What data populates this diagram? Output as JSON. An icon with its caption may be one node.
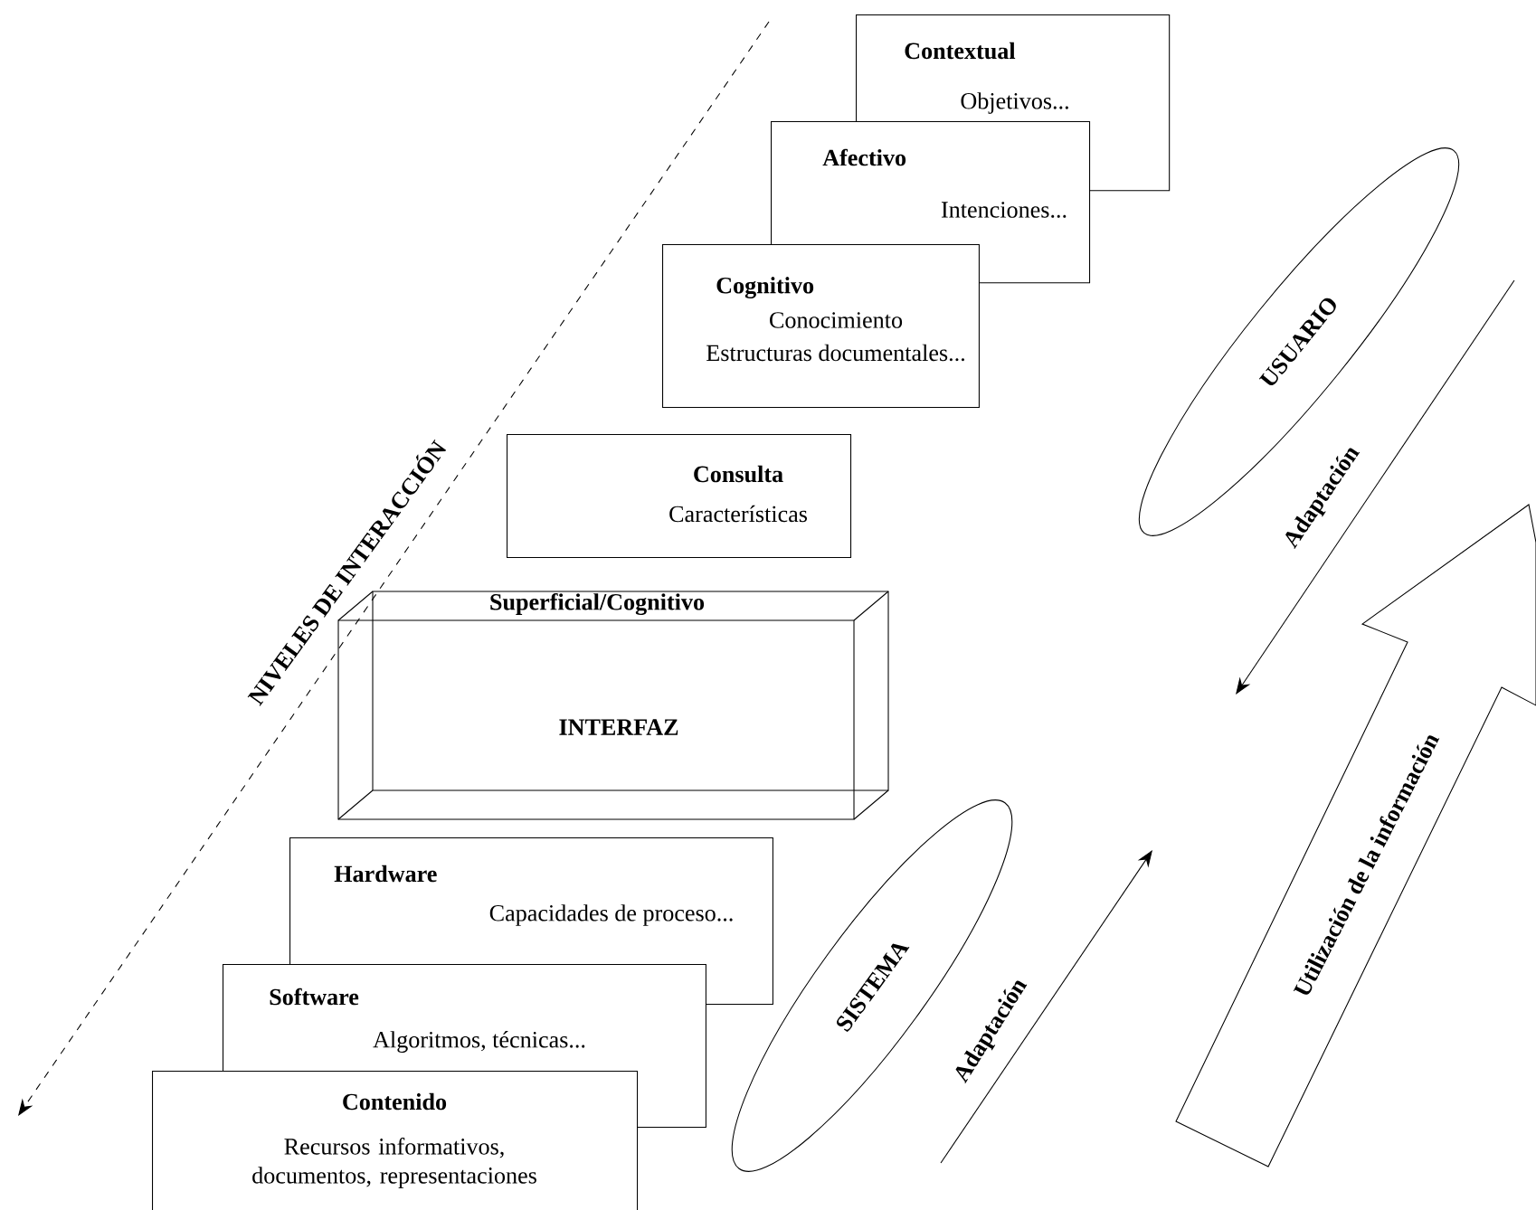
{
  "diagram": {
    "nodes": [
      {
        "text": [
          "Contextual",
          "Objetivos..."
        ]
      },
      {
        "text": [
          "Afectivo",
          "Intenciones..."
        ]
      },
      {
        "text": [
          "Cognitivo",
          "Conocimiento",
          "Estructuras documentales..."
        ]
      },
      {
        "text": [
          "Consulta",
          "Características"
        ]
      },
      {
        "text": [
          "Superficial/Cognitivo",
          "INTERFAZ"
        ]
      },
      {
        "text": [
          "Hardware",
          "Capacidades de proceso..."
        ]
      },
      {
        "text": [
          "Software",
          "Algoritmos, técnicas..."
        ]
      },
      {
        "text": [
          "Contenido",
          "Recursos informativos, documentos, representaciones"
        ]
      },
      {
        "text": [
          "USUARIO"
        ]
      },
      {
        "text": [
          "SISTEMA"
        ]
      },
      {
        "text": [
          "Utilización de la información"
        ]
      }
    ],
    "labels": [
      "NIVELES DE INTERACCIÓN",
      "Adaptación",
      "Adaptación"
    ]
  }
}
